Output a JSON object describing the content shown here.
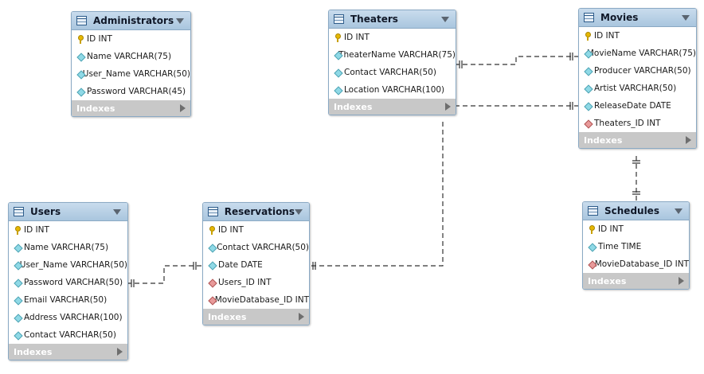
{
  "tables": {
    "administrators": {
      "name": "Administrators",
      "columns": [
        {
          "text": "ID INT",
          "key": "pk"
        },
        {
          "text": "Name VARCHAR(75)",
          "key": "col"
        },
        {
          "text": "User_Name VARCHAR(50)",
          "key": "col"
        },
        {
          "text": "Password VARCHAR(45)",
          "key": "col"
        }
      ],
      "indexes": "Indexes"
    },
    "theaters": {
      "name": "Theaters",
      "columns": [
        {
          "text": "ID INT",
          "key": "pk"
        },
        {
          "text": "TheaterName VARCHAR(75)",
          "key": "col"
        },
        {
          "text": "Contact VARCHAR(50)",
          "key": "col"
        },
        {
          "text": "Location VARCHAR(100)",
          "key": "col"
        }
      ],
      "indexes": "Indexes"
    },
    "movies": {
      "name": "Movies",
      "columns": [
        {
          "text": "ID INT",
          "key": "pk"
        },
        {
          "text": "MovieName VARCHAR(75)",
          "key": "col"
        },
        {
          "text": "Producer VARCHAR(50)",
          "key": "col"
        },
        {
          "text": "Artist VARCHAR(50)",
          "key": "col"
        },
        {
          "text": "ReleaseDate DATE",
          "key": "col"
        },
        {
          "text": "Theaters_ID INT",
          "key": "fk"
        }
      ],
      "indexes": "Indexes"
    },
    "users": {
      "name": "Users",
      "columns": [
        {
          "text": "ID INT",
          "key": "pk"
        },
        {
          "text": "Name VARCHAR(75)",
          "key": "col"
        },
        {
          "text": "User_Name VARCHAR(50)",
          "key": "col"
        },
        {
          "text": "Password VARCHAR(50)",
          "key": "col"
        },
        {
          "text": "Email VARCHAR(50)",
          "key": "col"
        },
        {
          "text": "Address VARCHAR(100)",
          "key": "col"
        },
        {
          "text": "Contact VARCHAR(50)",
          "key": "col"
        }
      ],
      "indexes": "Indexes"
    },
    "reservations": {
      "name": "Reservations",
      "columns": [
        {
          "text": "ID INT",
          "key": "pk"
        },
        {
          "text": "Contact VARCHAR(50)",
          "key": "col"
        },
        {
          "text": "Date DATE",
          "key": "col"
        },
        {
          "text": "Users_ID INT",
          "key": "fk"
        },
        {
          "text": "MovieDatabase_ID INT",
          "key": "fk"
        }
      ],
      "indexes": "Indexes"
    },
    "schedules": {
      "name": "Schedules",
      "columns": [
        {
          "text": "ID INT",
          "key": "pk"
        },
        {
          "text": "Time TIME",
          "key": "col"
        },
        {
          "text": "MovieDatabase_ID INT",
          "key": "fk"
        }
      ],
      "indexes": "Indexes"
    }
  },
  "relationships": [
    {
      "from": "Theaters",
      "to": "Movies"
    },
    {
      "from": "Theaters",
      "to": "Movies"
    },
    {
      "from": "Movies",
      "to": "Schedules"
    },
    {
      "from": "Users",
      "to": "Reservations"
    },
    {
      "from": "Theaters",
      "to": "Reservations"
    }
  ],
  "colors": {
    "header": "#a9c6de",
    "border": "#8aa9c4",
    "indexes_bar": "#c8c8c8",
    "connector": "#333333",
    "pk_icon": "#e6b800",
    "column_icon": "#8fd9e6",
    "fk_icon": "#e89a9a"
  }
}
